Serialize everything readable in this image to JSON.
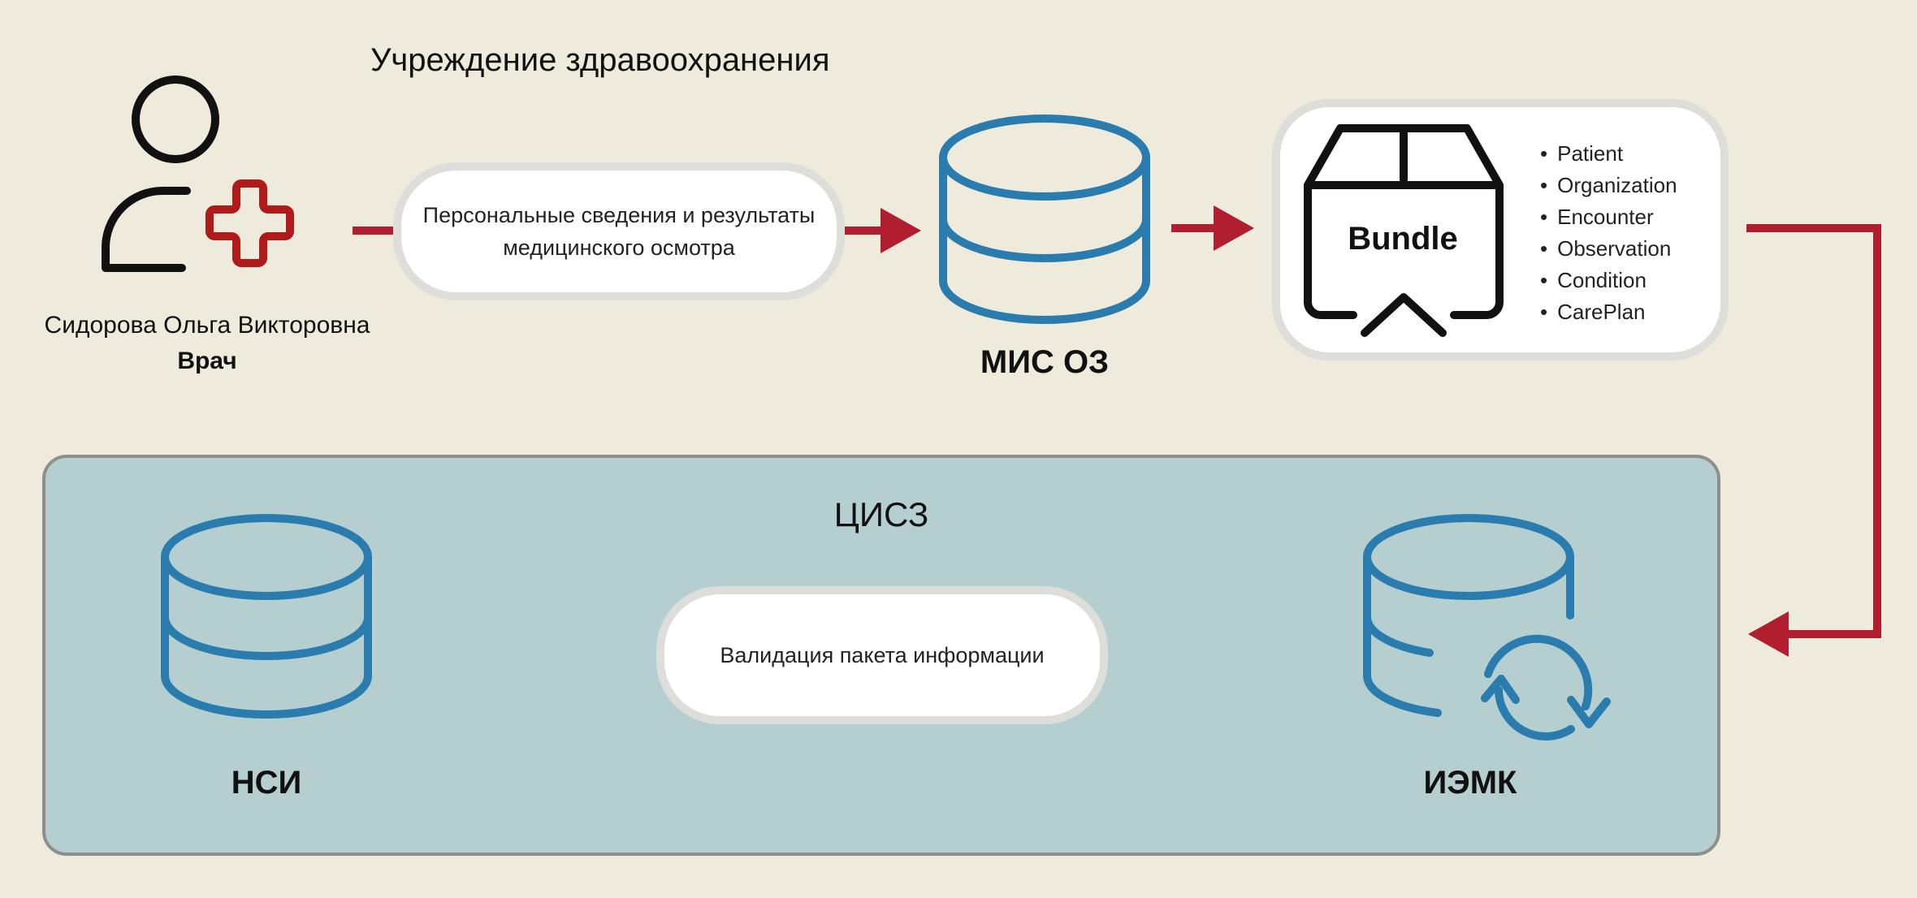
{
  "diagram": {
    "title": "Учреждение здравоохранения",
    "person": {
      "name": "Сидорова Ольга Викторовна",
      "role": "Врач"
    },
    "steps": {
      "personal_data": "Персональные сведения и результаты медицинского осмотра",
      "validation": "Валидация пакета информации"
    },
    "databases": {
      "mis": "МИС ОЗ",
      "nsi": "НСИ",
      "iemk": "ИЭМК"
    },
    "bundle": {
      "label": "Bundle",
      "resources": [
        "Patient",
        "Organization",
        "Encounter",
        "Observation",
        "Condition",
        "CarePlan"
      ]
    },
    "region": {
      "title": "ЦИСЗ"
    },
    "colors": {
      "background": "#EEEBDD",
      "arrow": "#B01E30",
      "database": "#2A7CAE",
      "medical_cross": "#B01A1A",
      "region": "#B5CFD1"
    },
    "icons": [
      "doctor-person-icon",
      "medical-cross-icon",
      "database-icon",
      "bundle-box-icon",
      "database-sync-icon"
    ]
  }
}
